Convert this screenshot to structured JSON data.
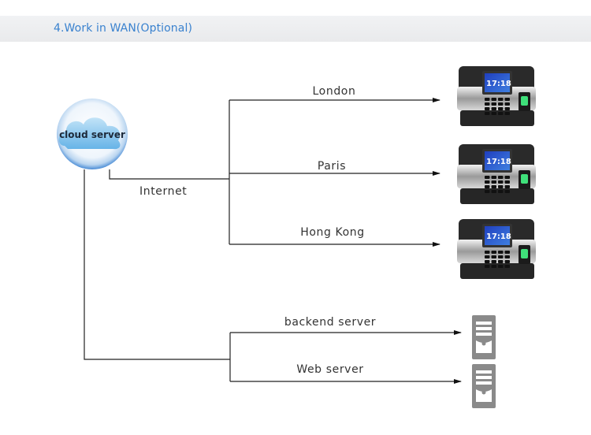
{
  "header": {
    "title": "4.Work in WAN(Optional)",
    "title_color": "#3a82cf"
  },
  "diagram": {
    "source": {
      "label": "cloud server",
      "icon": "cloud-icon"
    },
    "internet_label": "Internet",
    "devices": [
      {
        "label": "London",
        "icon": "fingerprint-time-clock-icon",
        "screen_time": "17:18"
      },
      {
        "label": "Paris",
        "icon": "fingerprint-time-clock-icon",
        "screen_time": "17:18"
      },
      {
        "label": "Hong Kong",
        "icon": "fingerprint-time-clock-icon",
        "screen_time": "17:18"
      }
    ],
    "servers": [
      {
        "label": "backend server",
        "icon": "server-tower-icon"
      },
      {
        "label": "Web server",
        "icon": "server-tower-icon"
      }
    ]
  }
}
